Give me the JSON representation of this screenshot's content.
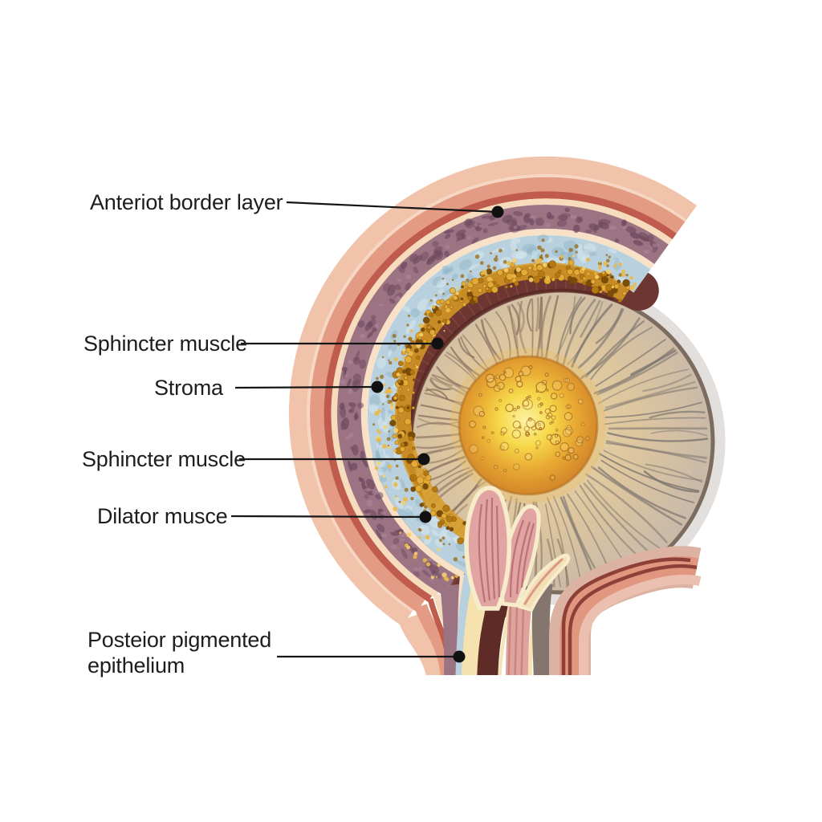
{
  "labels": [
    {
      "id": "anterior-border-layer",
      "text": "Anteriot border layer"
    },
    {
      "id": "sphincter-muscle-upper",
      "text": "Sphincter muscle"
    },
    {
      "id": "stroma",
      "text": "Stroma"
    },
    {
      "id": "sphincter-muscle-lower",
      "text": "Sphincter muscle"
    },
    {
      "id": "dilator-muscle",
      "text": "Dilator musce"
    },
    {
      "id": "posterior-pigmented-epithelium",
      "text": "Posteior pigmented epithelium"
    }
  ],
  "palette": {
    "background": "#ffffff",
    "label_text": "#1d1d1d",
    "leader_line": "#161616",
    "leader_dot": "#111111",
    "outer_salmon": "#f2c3ab",
    "salmon_deep": "#e39b84",
    "vascular_red": "#bf5c4d",
    "cream_band": "#f7dbbd",
    "anterior_border_mauve": "#9b7383",
    "mauve_blob": "#6f4a5f",
    "stroma_blue": "#b9d1de",
    "pigment_gold": "#d89b25",
    "sphincter_brown": "#6e3631",
    "iris_disc_tan": "#d8c19c",
    "pupil_yellow": "#f6d84a",
    "pupil_orange": "#c87d26",
    "dilator_pink": "#e1a4a2",
    "epithelium_maroon": "#5f2b27"
  }
}
